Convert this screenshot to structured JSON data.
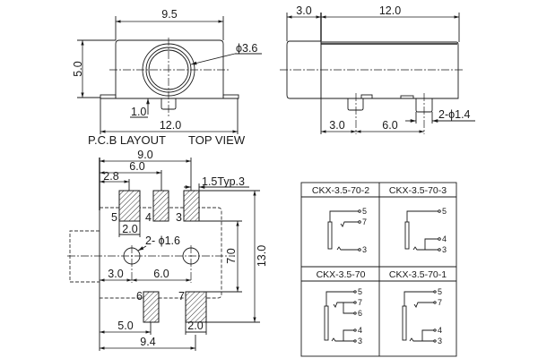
{
  "front_view": {
    "width": "9.5",
    "height": "5.0",
    "diameter": "ϕ3.6",
    "pin_offset": "1.0",
    "length": "12.0"
  },
  "side_view": {
    "front_length": "3.0",
    "body_length": "12.0",
    "pin1_offset": "3.0",
    "pin_pitch": "6.0",
    "pin_diameter": "2-ϕ1.4"
  },
  "pcb_layout": {
    "title": "P.C.B LAYOUT",
    "view_title": "TOP VIEW",
    "dims": {
      "d9_0": "9.0",
      "d6_0": "6.0",
      "d2_8": "2.8",
      "pad_typ": "1.5Typ.3",
      "pad_w_top": "2.0",
      "hole_dia": "2- ϕ1.6",
      "hole_x": "3.0",
      "hole_pitch": "6.0",
      "d7_0": "7.0",
      "d13_0": "13.0",
      "d5_0": "5.0",
      "d9_4": "9.4",
      "pad_w_bottom": "2.0"
    },
    "pads": [
      "5",
      "4",
      "3",
      "6",
      "7"
    ]
  },
  "variants": [
    {
      "name": "CKX-3.5-70-2",
      "pins": [
        "5",
        "7",
        "3"
      ]
    },
    {
      "name": "CKX-3.5-70-3",
      "pins": [
        "5",
        "4",
        "3"
      ]
    },
    {
      "name": "CKX-3.5-70",
      "pins": [
        "5",
        "7",
        "6",
        "4",
        "3"
      ]
    },
    {
      "name": "CKX-3.5-70-1",
      "pins": [
        "5",
        "7",
        "4",
        "3"
      ]
    }
  ]
}
